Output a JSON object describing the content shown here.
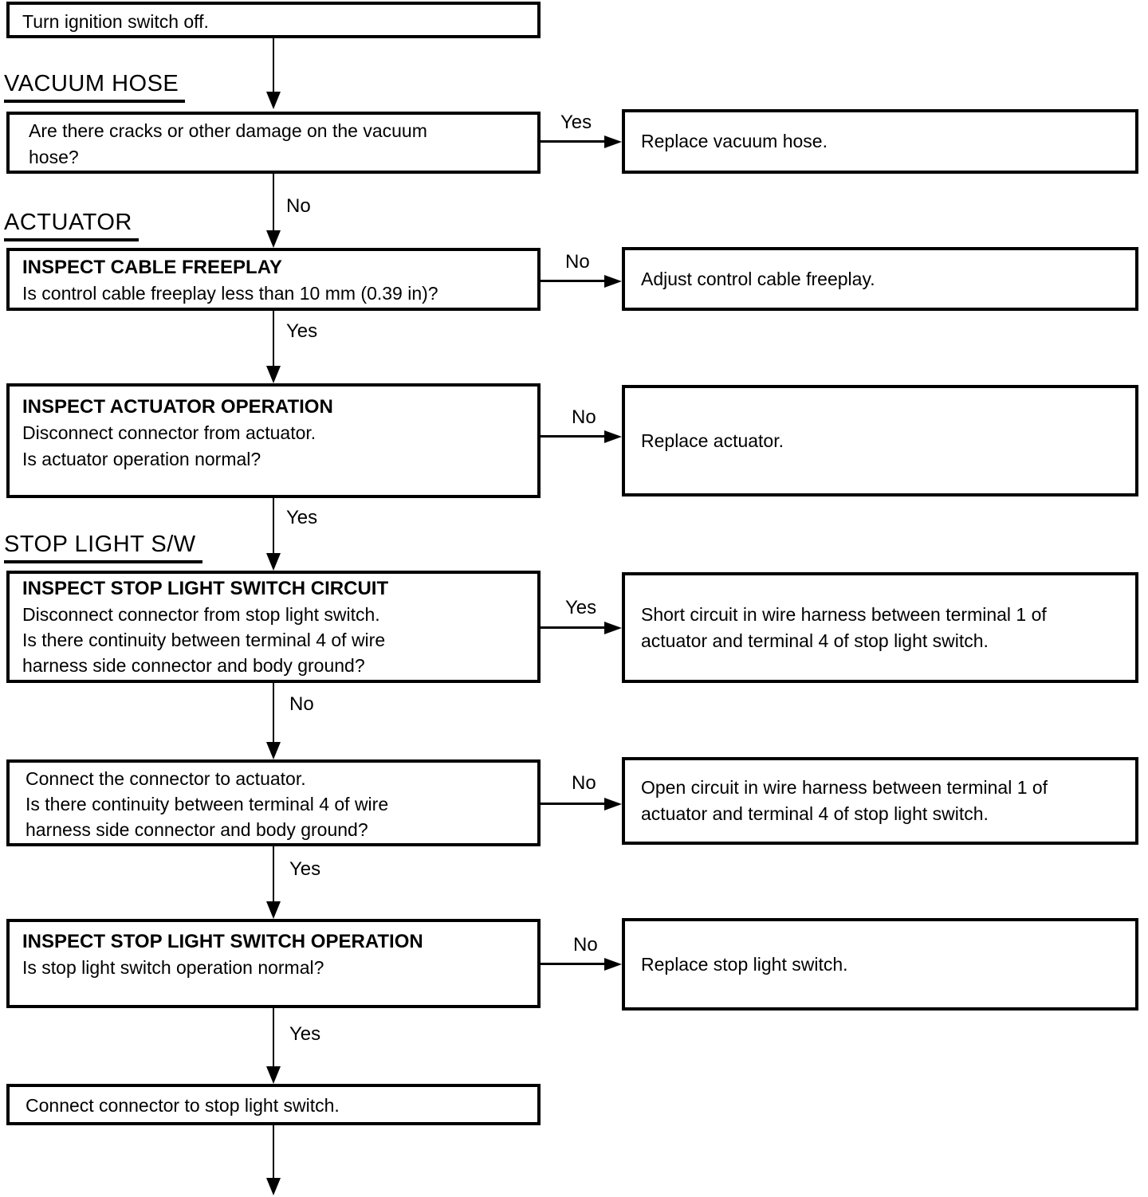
{
  "sections": {
    "vacuum_hose": "VACUUM HOSE",
    "actuator": "ACTUATOR",
    "stop_light_sw": "STOP LIGHT S/W"
  },
  "steps": {
    "turn_ignition": {
      "body": "Turn ignition switch off."
    },
    "vacuum_hose_check": {
      "body": "Are there cracks or other damage on the vacuum\nhose?"
    },
    "cable_freeplay": {
      "title": "INSPECT CABLE FREEPLAY",
      "body": "Is control cable freeplay less than 10 mm (0.39 in)?"
    },
    "actuator_operation": {
      "title": "INSPECT ACTUATOR OPERATION",
      "body": "Disconnect connector from actuator.\nIs actuator operation normal?"
    },
    "stop_light_circuit": {
      "title": "INSPECT STOP LIGHT SWITCH CIRCUIT",
      "body": "Disconnect connector from stop light switch.\nIs there continuity between terminal 4 of wire\nharness side connector and body ground?"
    },
    "connect_to_actuator": {
      "body": "Connect the connector to actuator.\nIs there continuity between terminal 4 of wire\nharness side connector and body ground?"
    },
    "stop_light_operation": {
      "title": "INSPECT STOP LIGHT SWITCH OPERATION",
      "body": "Is stop light switch operation normal?"
    },
    "connect_stop_light": {
      "body": "Connect connector to stop light switch."
    }
  },
  "results": {
    "replace_vacuum_hose": "Replace vacuum hose.",
    "adjust_freeplay": "Adjust control cable freeplay.",
    "replace_actuator": "Replace actuator.",
    "short_circuit": "Short circuit in wire harness between terminal 1 of\nactuator and terminal 4 of stop light switch.",
    "open_circuit": "Open circuit in wire harness between terminal 1 of\nactuator and terminal 4 of stop light switch.",
    "replace_stop_light_switch": "Replace stop light switch."
  },
  "branch_labels": {
    "vacuum_hose_yes": "Yes",
    "vacuum_hose_no": "No",
    "cable_freeplay_no": "No",
    "cable_freeplay_yes": "Yes",
    "actuator_operation_no": "No",
    "actuator_operation_yes": "Yes",
    "stop_light_circuit_yes": "Yes",
    "stop_light_circuit_no": "No",
    "connect_actuator_no": "No",
    "connect_actuator_yes": "Yes",
    "stop_light_operation_no": "No",
    "stop_light_operation_yes": "Yes"
  }
}
